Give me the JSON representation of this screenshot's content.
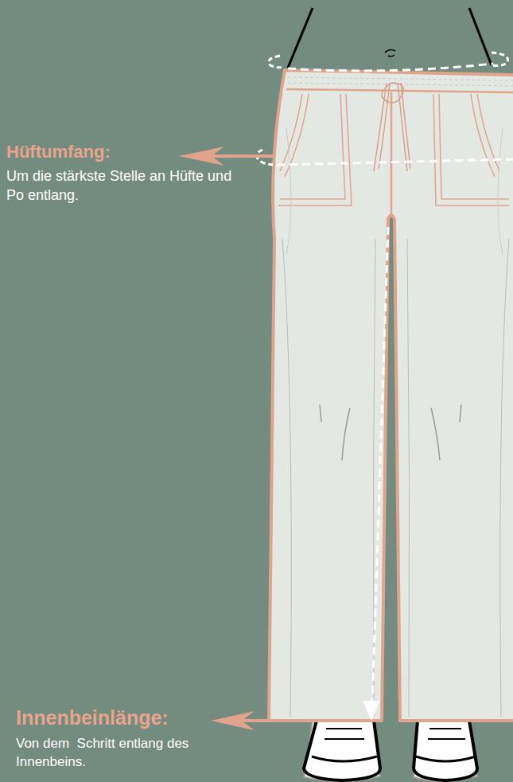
{
  "diagram": {
    "labels": [
      "Hüftumfang:",
      "Um die stärkste Stelle an Hüfte und Po entlang.",
      "Innenbeinlänge:",
      "Von dem  Schritt entlang des Innenbeins."
    ]
  }
}
